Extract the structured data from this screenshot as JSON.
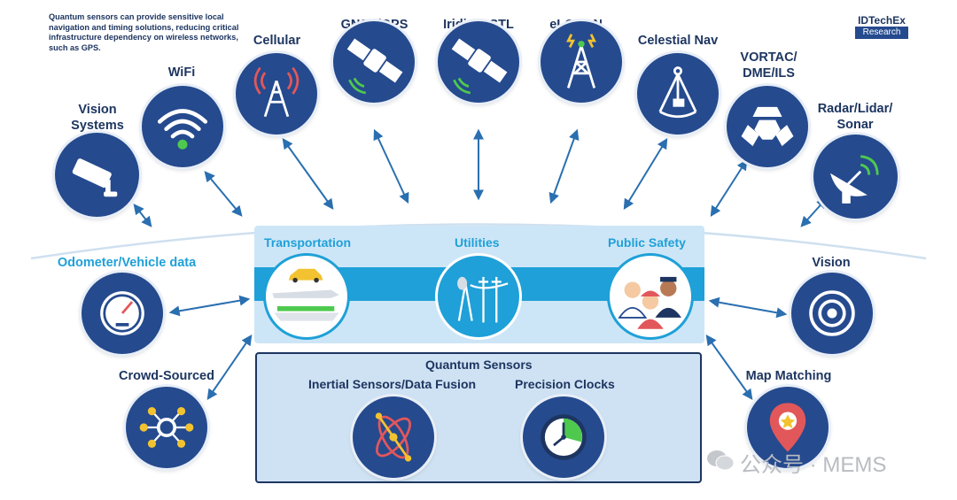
{
  "intro_text": "Quantum sensors can provide sensitive local navigation and timing solutions, reducing critical infrastructure dependency on wireless networks, such as GPS.",
  "brand": {
    "name": "IDTechEx",
    "sub": "Research"
  },
  "external_sources": {
    "vision_systems": "Vision Systems",
    "wifi": "WiFi",
    "cellular": "Cellular",
    "gnss": "GNSS/GPS",
    "iridium": "Iridium STL",
    "eloran": "eLORAN",
    "celestial": "Celestial Nav",
    "vortac": "VORTAC/ DME/ILS",
    "radar": "Radar/Lidar/ Sonar"
  },
  "side_sources": {
    "odometer": "Odometer/Vehicle data",
    "crowd": "Crowd-Sourced",
    "vision": "Vision",
    "map": "Map Matching"
  },
  "domains": {
    "transportation": "Transportation",
    "utilities": "Utilities",
    "public_safety": "Public Safety"
  },
  "quantum": {
    "title": "Quantum Sensors",
    "inertial": "Inertial Sensors/Data Fusion",
    "clocks": "Precision Clocks"
  },
  "watermark": "公众号 · MEMS",
  "colors": {
    "navy": "#254a8e",
    "cyan": "#1fa0d8",
    "light_blue": "#cde6f7",
    "dark_text": "#1d3560"
  }
}
